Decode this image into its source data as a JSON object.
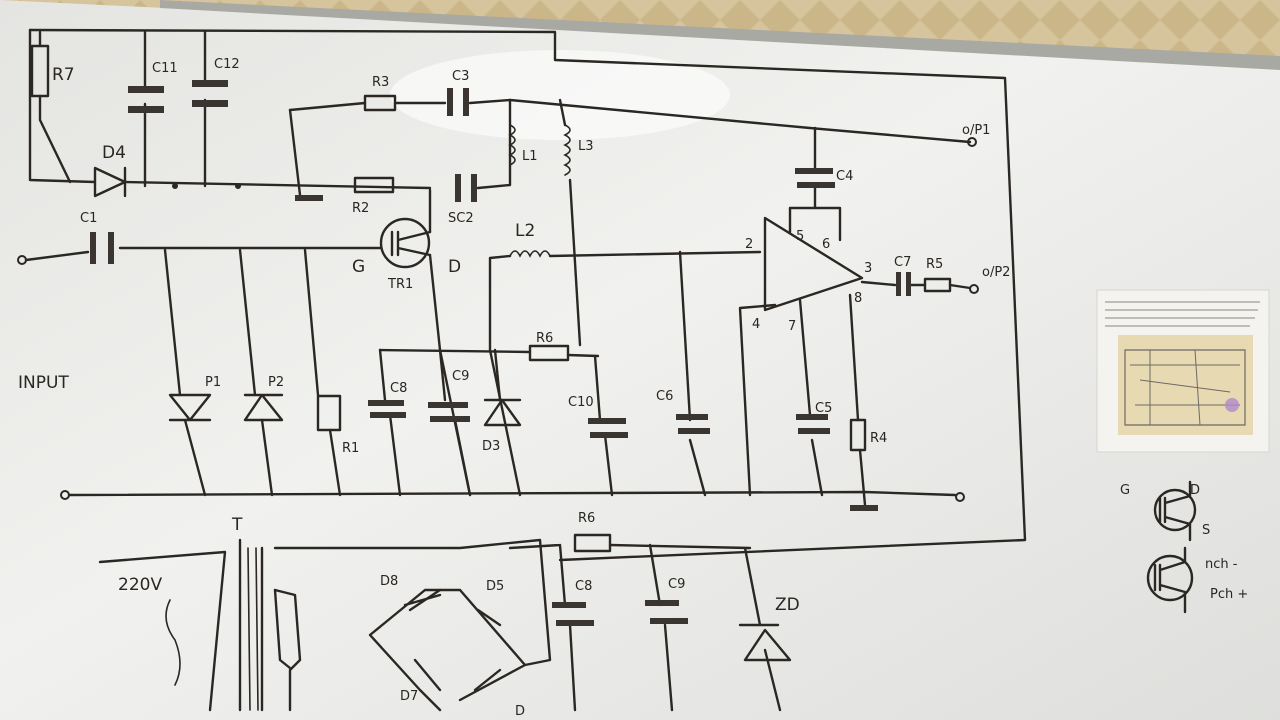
{
  "scene": {
    "subject": "whiteboard",
    "colors": {
      "board": "#e9e9e6",
      "ink": "#2b2723",
      "wall": "#c9b78f",
      "frame": "#a9a9a4"
    }
  },
  "labels": {
    "r7": "R7",
    "c11": "C11",
    "c12": "C12",
    "r3": "R3",
    "c3": "C3",
    "d4": "D4",
    "l1": "L1",
    "l3": "L3",
    "r2": "R2",
    "c2": "SC2",
    "c1": "C1",
    "g": "G",
    "d": "D",
    "tr1": "TR1",
    "l2": "L2",
    "c4": "C4",
    "op1": "o/P1",
    "pin2": "2",
    "pin5": "5",
    "pin6": "6",
    "pin3": "3",
    "pin8": "8",
    "pin4": "4",
    "pin7": "7",
    "c7": "C7",
    "r5": "R5",
    "op2": "o/P2",
    "input": "INPUT",
    "p1": "P1",
    "p2": "P2",
    "r1": "R1",
    "c8": "C8",
    "c9": "C9",
    "d3": "D3",
    "r6": "R6",
    "c10": "C10",
    "c6": "C6",
    "c5": "C5",
    "r4": "R4",
    "t": "T",
    "v220": "220V",
    "d8": "D8",
    "d5": "D5",
    "d7": "D7",
    "d6": "D",
    "r6b": "R6",
    "c8b": "C8",
    "c9b": "C9",
    "zd": "ZD",
    "legend_g": "G",
    "legend_d": "D",
    "legend_s": "S",
    "legend_nch": "nch -",
    "legend_pch": "Pch +"
  }
}
